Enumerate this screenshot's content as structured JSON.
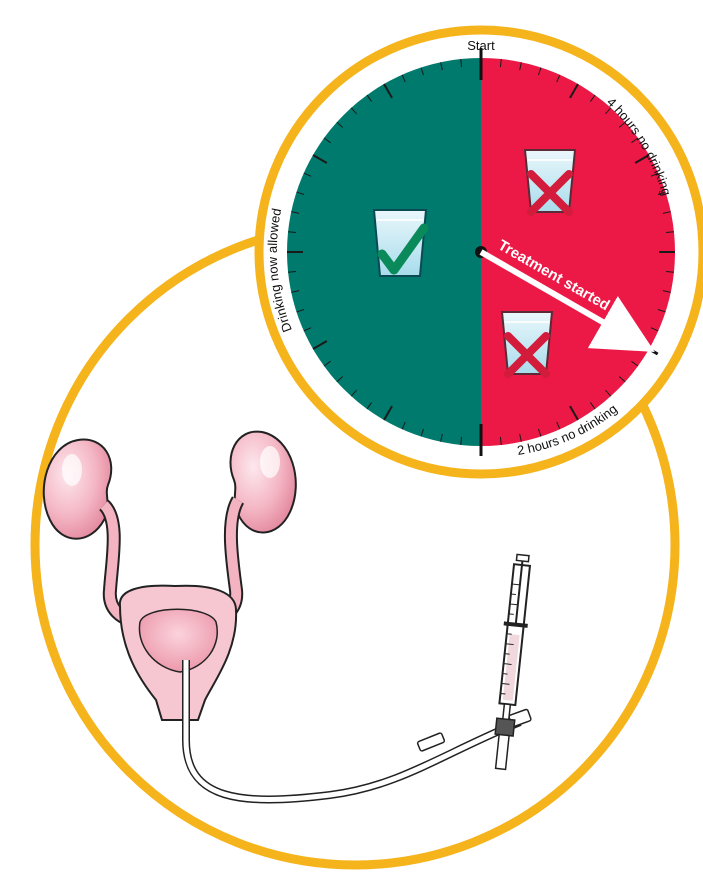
{
  "clock": {
    "start_label": "Start",
    "four_hours_label": "4 hours no drinking",
    "two_hours_label": "2 hours no drinking",
    "drinking_allowed_label": "Drinking now allowed",
    "arrow_label": "Treatment started"
  },
  "colors": {
    "ring": "#f5b31c",
    "allowed_half": "#007a6c",
    "restricted_half": "#ec1845",
    "tick": "#1a1a1a",
    "arrow": "#ffffff",
    "kidney": "#f1a9b8",
    "bladder": "#f3b3c1",
    "check": "#0a8a5a",
    "cross": "#d31c3c"
  },
  "icons": {
    "allowed": "glass-check-icon",
    "restricted": "glass-cross-icon",
    "syringe": "syringe-icon"
  }
}
